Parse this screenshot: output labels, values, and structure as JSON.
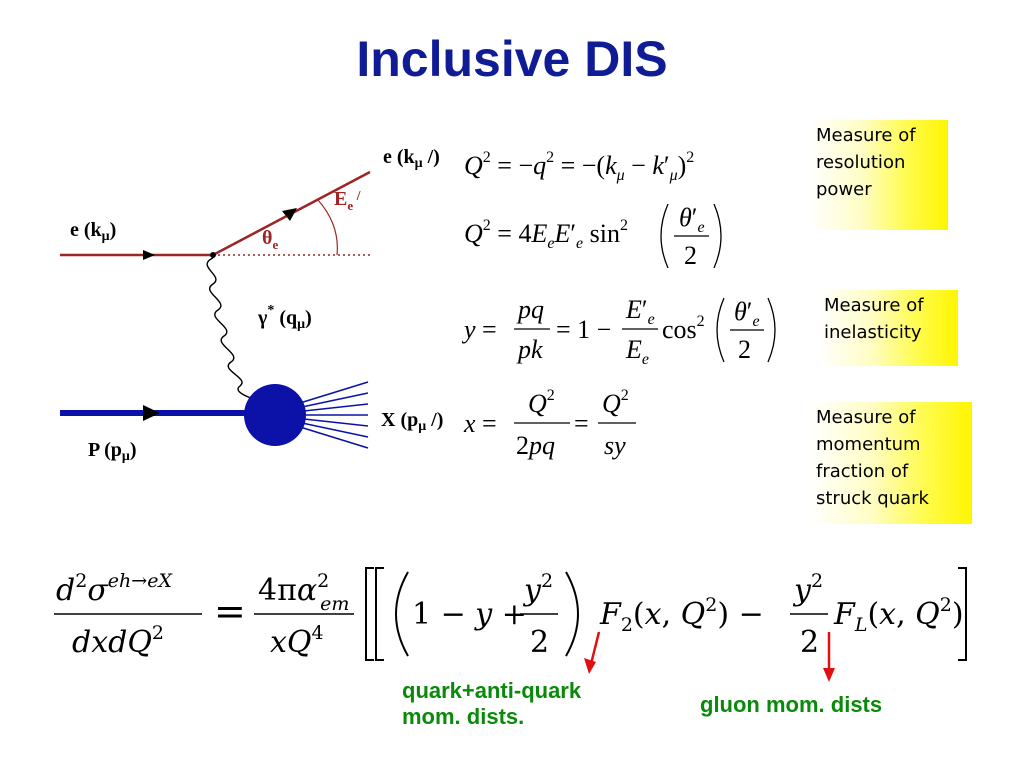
{
  "title": "Inclusive DIS",
  "diagram": {
    "incoming_electron": "e (k",
    "outgoing_electron": "e (k",
    "scatter_angle": "θ",
    "scatter_angle_sub": "e",
    "energy_label": "E",
    "energy_sub": "e",
    "photon": "γ",
    "photon_q": "(q",
    "proton": "P (p",
    "final_state": "X (p",
    "mu": "μ"
  },
  "notes": {
    "resolution": [
      "Measure of",
      "resolution",
      "power"
    ],
    "inelasticity": [
      "Measure of",
      "inelasticity"
    ],
    "momentum": [
      "Measure of",
      "momentum",
      "fraction of",
      "struck quark"
    ]
  },
  "annotations": {
    "quark": [
      "quark+anti-quark",
      "mom. dists."
    ],
    "gluon": "gluon mom. dists"
  },
  "colors": {
    "title": "#0f1c96",
    "electron_line": "#9c2626",
    "proton_line": "#0c12a8",
    "annotation": "#0a8a0a",
    "arrow": "#e01010"
  }
}
